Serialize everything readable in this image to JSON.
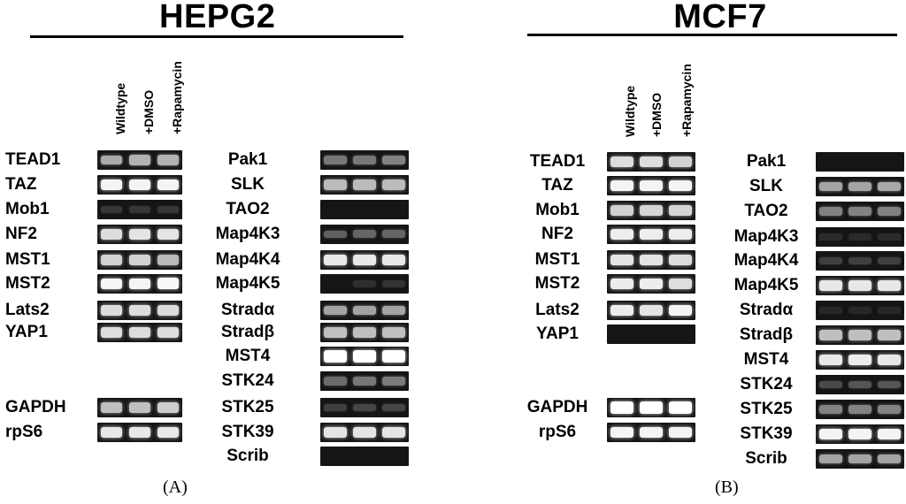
{
  "figure": {
    "panels": [
      {
        "id": "A",
        "title": "HEPG2",
        "caption": "(A)",
        "columns": [
          "Wildtype",
          "+DMSO",
          "+Rapamycin"
        ],
        "left_genes": [
          {
            "name": "TEAD1",
            "bands": [
              0.62,
              0.66,
              0.66
            ]
          },
          {
            "name": "TAZ",
            "bands": [
              0.95,
              0.95,
              0.95
            ]
          },
          {
            "name": "Mob1",
            "bands": [
              0.12,
              0.12,
              0.12
            ]
          },
          {
            "name": "NF2",
            "bands": [
              0.85,
              0.88,
              0.88
            ]
          },
          {
            "name": "MST1",
            "bands": [
              0.8,
              0.8,
              0.7
            ]
          },
          {
            "name": "MST2",
            "bands": [
              0.95,
              0.95,
              0.97
            ]
          },
          {
            "name": "Lats2",
            "bands": [
              0.85,
              0.85,
              0.85
            ]
          },
          {
            "name": "YAP1",
            "bands": [
              0.85,
              0.85,
              0.85
            ]
          }
        ],
        "left_controls": [
          {
            "name": "GAPDH",
            "bands": [
              0.72,
              0.72,
              0.78
            ]
          },
          {
            "name": "rpS6",
            "bands": [
              0.9,
              0.9,
              0.9
            ]
          }
        ],
        "right_genes": [
          {
            "name": "Pak1",
            "bands": [
              0.4,
              0.4,
              0.45
            ]
          },
          {
            "name": "SLK",
            "bands": [
              0.7,
              0.7,
              0.7
            ]
          },
          {
            "name": "TAO2",
            "bands": [
              0,
              0,
              0
            ]
          },
          {
            "name": "Map4K3",
            "bands": [
              0.3,
              0.32,
              0.32
            ]
          },
          {
            "name": "Map4K4",
            "bands": [
              0.9,
              0.9,
              0.9
            ]
          },
          {
            "name": "Map4K5",
            "bands": [
              0,
              0.08,
              0.1
            ]
          },
          {
            "name": "Stradα",
            "bands": [
              0.6,
              0.6,
              0.6
            ]
          },
          {
            "name": "Stradβ",
            "bands": [
              0.72,
              0.72,
              0.72
            ]
          },
          {
            "name": "MST4",
            "bands": [
              1,
              1,
              1
            ]
          },
          {
            "name": "STK24",
            "bands": [
              0.35,
              0.4,
              0.42
            ]
          },
          {
            "name": "STK25",
            "bands": [
              0.15,
              0.18,
              0.18
            ]
          },
          {
            "name": "STK39",
            "bands": [
              0.88,
              0.88,
              0.88
            ]
          },
          {
            "name": "Scrib",
            "bands": [
              0,
              0,
              0
            ]
          }
        ]
      },
      {
        "id": "B",
        "title": "MCF7",
        "caption": "(B)",
        "columns": [
          "Wildtype",
          "+DMSO",
          "+Rapamycin"
        ],
        "left_genes": [
          {
            "name": "TEAD1",
            "bands": [
              0.85,
              0.85,
              0.8
            ]
          },
          {
            "name": "TAZ",
            "bands": [
              0.95,
              0.95,
              0.95
            ]
          },
          {
            "name": "Mob1",
            "bands": [
              0.8,
              0.82,
              0.82
            ]
          },
          {
            "name": "NF2",
            "bands": [
              0.92,
              0.92,
              0.92
            ]
          },
          {
            "name": "MST1",
            "bands": [
              0.88,
              0.88,
              0.85
            ]
          },
          {
            "name": "MST2",
            "bands": [
              0.92,
              0.92,
              0.85
            ]
          },
          {
            "name": "Lats2",
            "bands": [
              0.92,
              0.88,
              0.95
            ]
          },
          {
            "name": "YAP1",
            "bands": [
              0,
              0,
              0
            ]
          }
        ],
        "left_controls": [
          {
            "name": "GAPDH",
            "bands": [
              1,
              1,
              1
            ]
          },
          {
            "name": "rpS6",
            "bands": [
              0.95,
              0.95,
              0.95
            ]
          }
        ],
        "right_genes": [
          {
            "name": "Pak1",
            "bands": [
              0,
              0,
              0
            ]
          },
          {
            "name": "SLK",
            "bands": [
              0.6,
              0.6,
              0.62
            ]
          },
          {
            "name": "TAO2",
            "bands": [
              0.45,
              0.45,
              0.45
            ]
          },
          {
            "name": "Map4K3",
            "bands": [
              0.06,
              0.06,
              0.06
            ]
          },
          {
            "name": "Map4K4",
            "bands": [
              0.15,
              0.15,
              0.15
            ]
          },
          {
            "name": "Map4K5",
            "bands": [
              0.9,
              0.9,
              0.9
            ]
          },
          {
            "name": "Stradα",
            "bands": [
              0.05,
              0.05,
              0.05
            ]
          },
          {
            "name": "Stradβ",
            "bands": [
              0.72,
              0.72,
              0.72
            ]
          },
          {
            "name": "MST4",
            "bands": [
              0.9,
              0.92,
              0.9
            ]
          },
          {
            "name": "STK24",
            "bands": [
              0.2,
              0.25,
              0.25
            ]
          },
          {
            "name": "STK25",
            "bands": [
              0.45,
              0.45,
              0.45
            ]
          },
          {
            "name": "STK39",
            "bands": [
              0.95,
              0.95,
              0.95
            ]
          },
          {
            "name": "Scrib",
            "bands": [
              0.6,
              0.6,
              0.6
            ]
          }
        ]
      }
    ]
  }
}
